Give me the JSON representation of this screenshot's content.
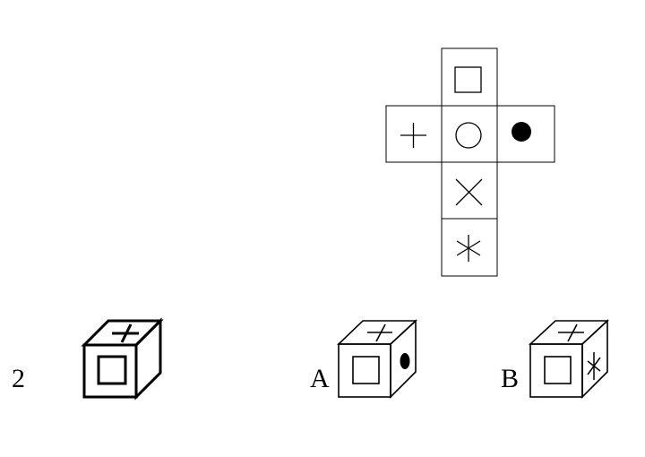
{
  "question": {
    "number": "2"
  },
  "net": {
    "faces": {
      "top": "square",
      "left": "plus",
      "center": "circle",
      "right": "filled-dot",
      "lower": "cross",
      "bottom": "asterisk"
    }
  },
  "cubes": {
    "question_cube": {
      "front": "square",
      "top": "plus",
      "side": "blank"
    },
    "option_a": {
      "label": "A",
      "front": "square",
      "top": "plus",
      "side": "filled-dot"
    },
    "option_b": {
      "label": "B",
      "front": "square",
      "top": "plus",
      "side": "asterisk"
    }
  },
  "colors": {
    "stroke": "#000000",
    "background": "#ffffff"
  }
}
